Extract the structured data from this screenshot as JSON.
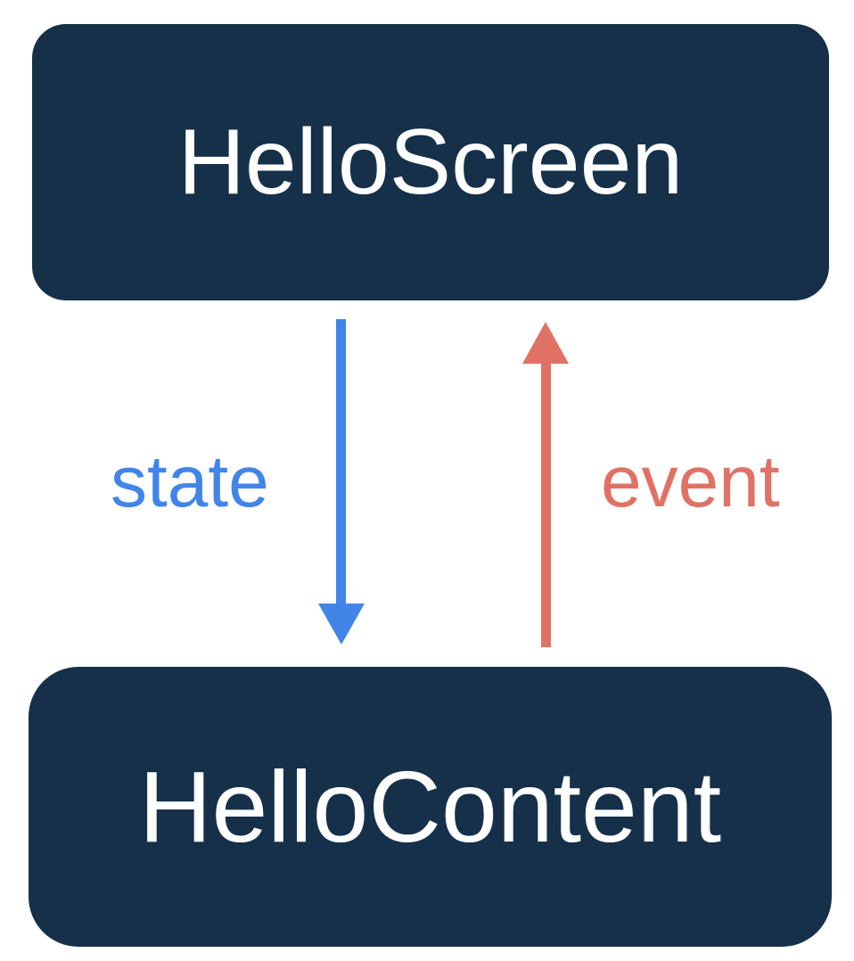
{
  "diagram": {
    "type": "component-dataflow",
    "background_color": "#ffffff",
    "nodes": [
      {
        "id": "hello-screen",
        "label": "HelloScreen",
        "fill_color": "#16304a",
        "text_color": "#ffffff",
        "shape": "rounded-rectangle"
      },
      {
        "id": "hello-content",
        "label": "HelloContent",
        "fill_color": "#16304a",
        "text_color": "#ffffff",
        "shape": "rounded-rectangle"
      }
    ],
    "edges": [
      {
        "id": "state-edge",
        "label": "state",
        "from": "hello-screen",
        "to": "hello-content",
        "direction": "down",
        "color": "#4285e8"
      },
      {
        "id": "event-edge",
        "label": "event",
        "from": "hello-content",
        "to": "hello-screen",
        "direction": "up",
        "color": "#e07265"
      }
    ]
  }
}
